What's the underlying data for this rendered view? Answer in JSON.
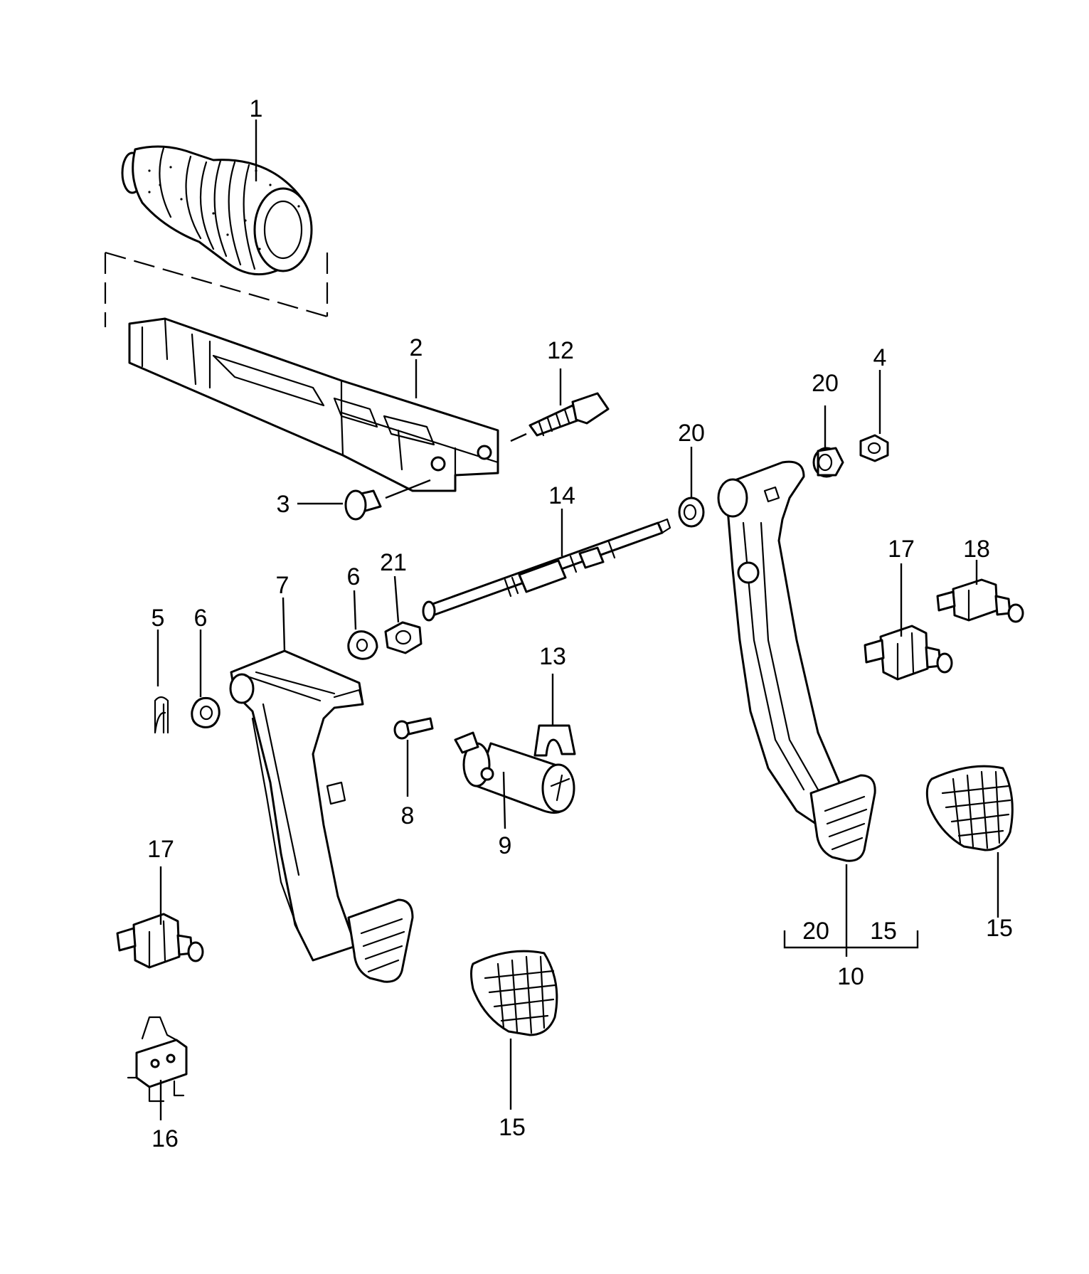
{
  "callouts": {
    "c1": "1",
    "c2": "2",
    "c3": "3",
    "c4": "4",
    "c5": "5",
    "c6a": "6",
    "c6b": "6",
    "c7": "7",
    "c8": "8",
    "c9": "9",
    "c10": "10",
    "c10_sub20": "20",
    "c10_sub15": "15",
    "c12": "12",
    "c13": "13",
    "c14": "14",
    "c15a": "15",
    "c15b": "15",
    "c16": "16",
    "c17a": "17",
    "c17b": "17",
    "c18": "18",
    "c20a": "20",
    "c20b": "20",
    "c21": "21"
  },
  "parts": [
    {
      "number": "1",
      "part": "rubber-boot"
    },
    {
      "number": "2",
      "part": "pedal-bracket"
    },
    {
      "number": "3",
      "part": "bolt"
    },
    {
      "number": "4",
      "part": "nut"
    },
    {
      "number": "5",
      "part": "clip"
    },
    {
      "number": "6",
      "part": "bushing"
    },
    {
      "number": "7",
      "part": "clutch-pedal"
    },
    {
      "number": "8",
      "part": "pin"
    },
    {
      "number": "9",
      "part": "cylinder"
    },
    {
      "number": "10",
      "part": "brake-pedal"
    },
    {
      "number": "12",
      "part": "stud-bolt"
    },
    {
      "number": "13",
      "part": "clip"
    },
    {
      "number": "14",
      "part": "shaft"
    },
    {
      "number": "15",
      "part": "pedal-pad"
    },
    {
      "number": "16",
      "part": "microswitch"
    },
    {
      "number": "17",
      "part": "switch"
    },
    {
      "number": "18",
      "part": "switch"
    },
    {
      "number": "20",
      "part": "bushing"
    },
    {
      "number": "21",
      "part": "nut"
    }
  ]
}
